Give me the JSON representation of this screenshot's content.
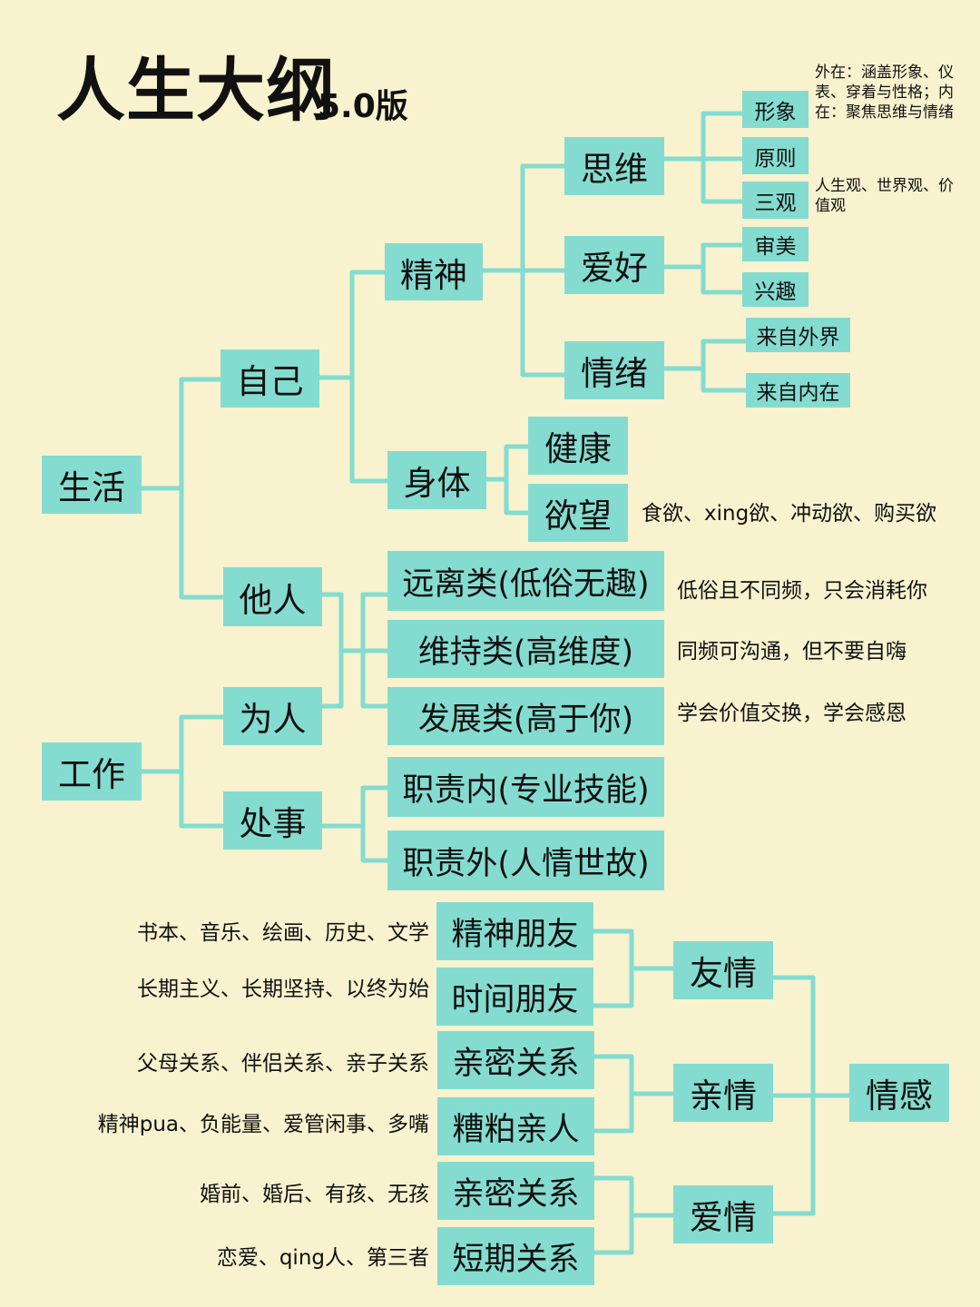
{
  "title": "人生大纲",
  "version": "5.0版",
  "colors": {
    "background": "#f8f2cf",
    "node": "#84dcd0",
    "line": "#84dcd0",
    "text": "#111111"
  },
  "tree": {
    "life": {
      "label": "生活",
      "self": {
        "label": "自己",
        "spirit": {
          "label": "精神",
          "thinking": {
            "label": "思维",
            "image": {
              "label": "形象",
              "note": "外在：涵盖形象、仪表、穿着与性格；内在：聚焦思维与情绪"
            },
            "principle": {
              "label": "原则"
            },
            "views": {
              "label": "三观",
              "note": "人生观、世界观、价值观"
            }
          },
          "hobby": {
            "label": "爱好",
            "aesthetics": {
              "label": "审美"
            },
            "interest": {
              "label": "兴趣"
            }
          },
          "emotion": {
            "label": "情绪",
            "external": {
              "label": "来自外界"
            },
            "internal": {
              "label": "来自内在"
            }
          }
        },
        "body": {
          "label": "身体",
          "health": {
            "label": "健康"
          },
          "desire": {
            "label": "欲望",
            "note": "食欲、xing欲、冲动欲、购买欲"
          }
        }
      },
      "others": {
        "label": "他人",
        "distance": {
          "label": "远离类(低俗无趣)",
          "note": "低俗且不同频，只会消耗你"
        },
        "maintain": {
          "label": "维持类(高维度)",
          "note": "同频可沟通，但不要自嗨"
        },
        "develop": {
          "label": "发展类(高于你)",
          "note": "学会价值交换，学会感恩"
        }
      }
    },
    "work": {
      "label": "工作",
      "conduct": {
        "label": "为人"
      },
      "handle": {
        "label": "处事",
        "inside": {
          "label": "职责内(专业技能)"
        },
        "outside": {
          "label": "职责外(人情世故)"
        }
      }
    },
    "feelings": {
      "label": "情感",
      "friendship": {
        "label": "友情",
        "spirit_friend": {
          "label": "精神朋友",
          "note": "书本、音乐、绘画、历史、文学"
        },
        "time_friend": {
          "label": "时间朋友",
          "note": "长期主义、长期坚持、以终为始"
        }
      },
      "family": {
        "label": "亲情",
        "close": {
          "label": "亲密关系",
          "note": "父母关系、伴侣关系、亲子关系"
        },
        "bad": {
          "label": "糟粕亲人",
          "note": "精神pua、负能量、爱管闲事、多嘴"
        }
      },
      "love": {
        "label": "爱情",
        "close": {
          "label": "亲密关系",
          "note": "婚前、婚后、有孩、无孩"
        },
        "short": {
          "label": "短期关系",
          "note": "恋爱、qing人、第三者"
        }
      }
    }
  }
}
